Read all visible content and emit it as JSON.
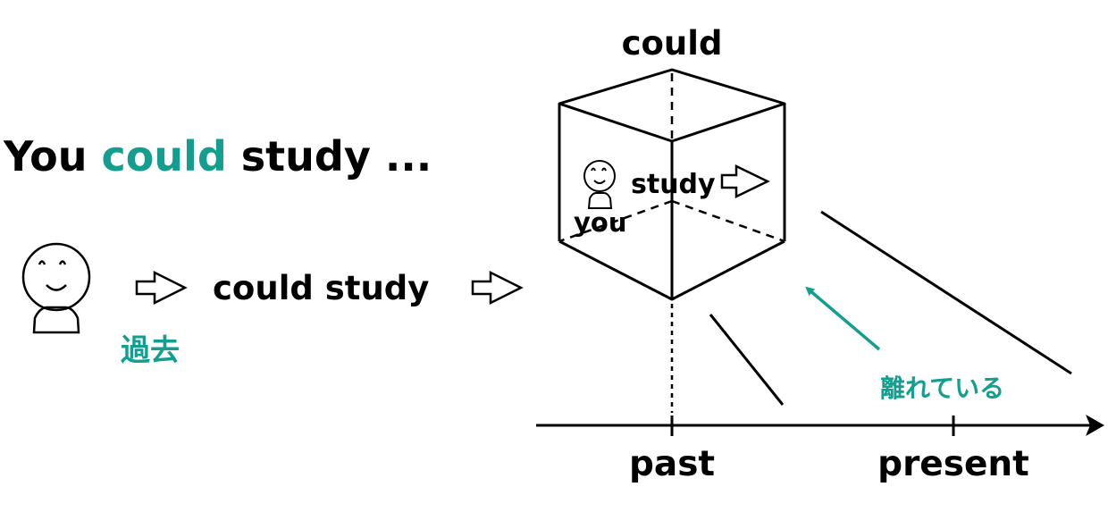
{
  "colors": {
    "accent": "#139e8f",
    "ink": "#000000",
    "background": "#ffffff"
  },
  "sentence": {
    "before": "You ",
    "modal": "could",
    "after": " study ..."
  },
  "flow": {
    "verb_phrase": "could study",
    "past_label": "過去"
  },
  "cube": {
    "top_label": "could",
    "inner_verb": "study",
    "inner_subject": "you"
  },
  "timeline": {
    "past_label": "past",
    "present_label": "present"
  },
  "distance_label": "離れている",
  "icons": {
    "person": "smiley-person-icon",
    "arrow": "hollow-right-arrow-icon"
  }
}
